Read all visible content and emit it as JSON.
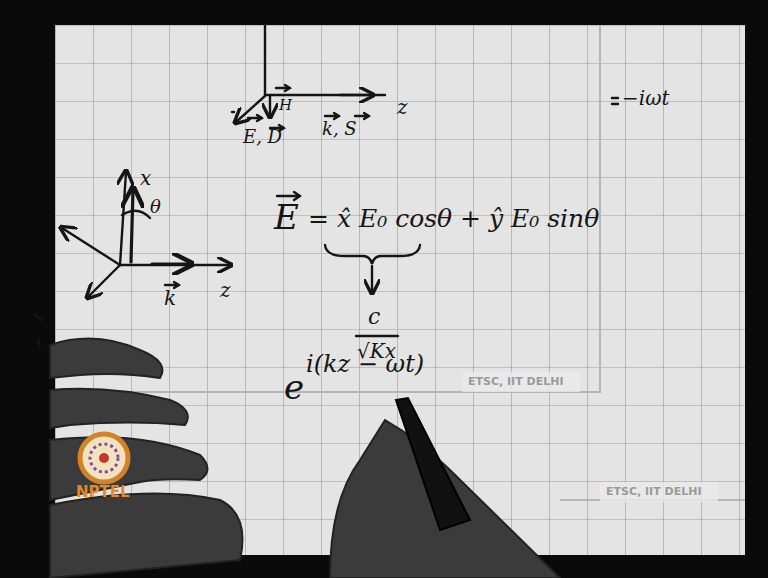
{
  "diagram": {
    "labels": [
      "H",
      "E, D",
      "k, S",
      "z",
      "−iωt",
      "x",
      "θ",
      "k",
      "z",
      "E",
      "= x̂ E₀ cosθ + ŷ E₀ sinθ",
      "c",
      "√Kx",
      "e",
      "i(kz − ωt)",
      "ETSC, IIT DELHI",
      "ETSC, IIT DELHI",
      "NPTEL"
    ]
  }
}
